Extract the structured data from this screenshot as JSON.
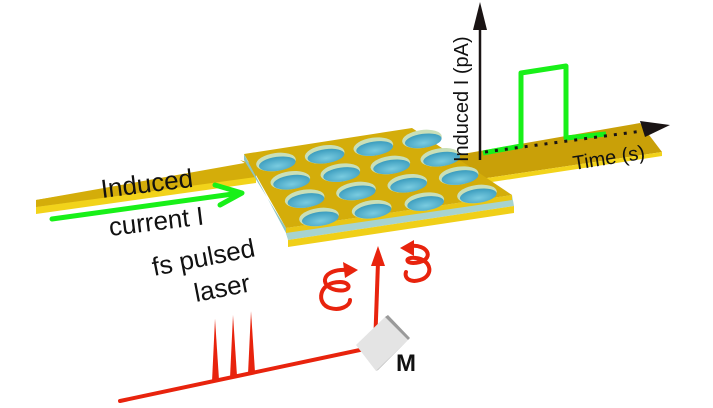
{
  "diagram": {
    "labels": {
      "induced_current_line1": "Induced",
      "induced_current_line2": "current I",
      "laser_line1": "fs pulsed",
      "laser_line2": "laser",
      "mirror": "M",
      "y_axis": "Induced I (pA)",
      "x_axis": "Time (s)"
    },
    "colors": {
      "gold_top": "#d9b208",
      "gold_edge": "#f2d31a",
      "gold_dark": "#b8900a",
      "substrate": "#a7d3cf",
      "hole": "#5ab6cf",
      "hole_rim": "#c9dfb8",
      "laser": "#e8230d",
      "signal": "#18f018",
      "axis": "#1a1414",
      "mirror": "#e4e4e4"
    },
    "hole_grid": {
      "rows": 4,
      "cols": 4
    },
    "laser_pulse_count": 3,
    "signal_trace": {
      "baseline": "low",
      "pulse": "single rectangular pulse",
      "levels": [
        0,
        0,
        1,
        1,
        0,
        0
      ]
    }
  }
}
